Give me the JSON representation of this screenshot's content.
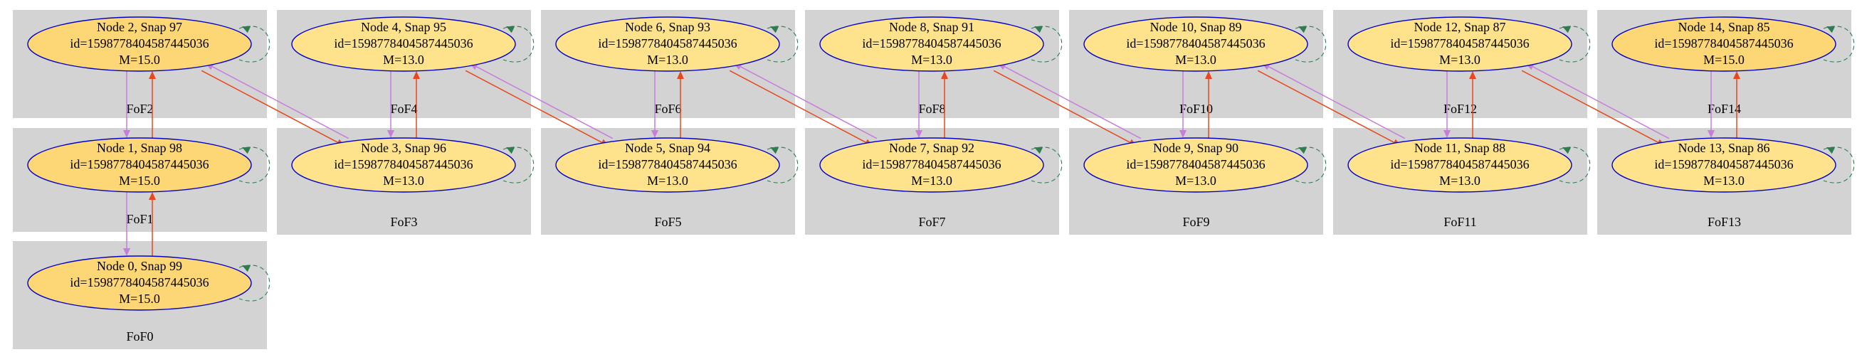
{
  "colors": {
    "cluster_fill": "#d3d3d3",
    "node_fill_m15": "#fdd675",
    "node_fill_m13": "#fee38c",
    "node_stroke": "#0000cc",
    "edge_progenitor": "#e8481f",
    "edge_descendant": "#c77ddc",
    "self_loop": "#2e7d4f"
  },
  "clusters": [
    {
      "key": "f0",
      "label": "FoF0"
    },
    {
      "key": "f1",
      "label": "FoF1"
    },
    {
      "key": "f2",
      "label": "FoF2"
    },
    {
      "key": "f3",
      "label": "FoF3"
    },
    {
      "key": "f4",
      "label": "FoF4"
    },
    {
      "key": "f5",
      "label": "FoF5"
    },
    {
      "key": "f6",
      "label": "FoF6"
    },
    {
      "key": "f7",
      "label": "FoF7"
    },
    {
      "key": "f8",
      "label": "FoF8"
    },
    {
      "key": "f9",
      "label": "FoF9"
    },
    {
      "key": "f10",
      "label": "FoF10"
    },
    {
      "key": "f11",
      "label": "FoF11"
    },
    {
      "key": "f12",
      "label": "FoF12"
    },
    {
      "key": "f13",
      "label": "FoF13"
    },
    {
      "key": "f14",
      "label": "FoF14"
    }
  ],
  "nodes": [
    {
      "key": "n0",
      "title": "Node 0, Snap 99",
      "id_line": "id=1598778404587445036",
      "mass": "M=15.0"
    },
    {
      "key": "n1",
      "title": "Node 1, Snap 98",
      "id_line": "id=1598778404587445036",
      "mass": "M=15.0"
    },
    {
      "key": "n2",
      "title": "Node 2, Snap 97",
      "id_line": "id=1598778404587445036",
      "mass": "M=15.0"
    },
    {
      "key": "n3",
      "title": "Node 3, Snap 96",
      "id_line": "id=1598778404587445036",
      "mass": "M=13.0"
    },
    {
      "key": "n4",
      "title": "Node 4, Snap 95",
      "id_line": "id=1598778404587445036",
      "mass": "M=13.0"
    },
    {
      "key": "n5",
      "title": "Node 5, Snap 94",
      "id_line": "id=1598778404587445036",
      "mass": "M=13.0"
    },
    {
      "key": "n6",
      "title": "Node 6, Snap 93",
      "id_line": "id=1598778404587445036",
      "mass": "M=13.0"
    },
    {
      "key": "n7",
      "title": "Node 7, Snap 92",
      "id_line": "id=1598778404587445036",
      "mass": "M=13.0"
    },
    {
      "key": "n8",
      "title": "Node 8, Snap 91",
      "id_line": "id=1598778404587445036",
      "mass": "M=13.0"
    },
    {
      "key": "n9",
      "title": "Node 9, Snap 90",
      "id_line": "id=1598778404587445036",
      "mass": "M=13.0"
    },
    {
      "key": "n10",
      "title": "Node 10, Snap 89",
      "id_line": "id=1598778404587445036",
      "mass": "M=13.0"
    },
    {
      "key": "n11",
      "title": "Node 11, Snap 88",
      "id_line": "id=1598778404587445036",
      "mass": "M=13.0"
    },
    {
      "key": "n12",
      "title": "Node 12, Snap 87",
      "id_line": "id=1598778404587445036",
      "mass": "M=13.0"
    },
    {
      "key": "n13",
      "title": "Node 13, Snap 86",
      "id_line": "id=1598778404587445036",
      "mass": "M=13.0"
    },
    {
      "key": "n14",
      "title": "Node 14, Snap 85",
      "id_line": "id=1598778404587445036",
      "mass": "M=15.0"
    }
  ],
  "edges": [
    {
      "from": "n0",
      "to": "n1"
    },
    {
      "from": "n1",
      "to": "n2"
    },
    {
      "from": "n2",
      "to": "n3"
    },
    {
      "from": "n3",
      "to": "n4"
    },
    {
      "from": "n4",
      "to": "n5"
    },
    {
      "from": "n5",
      "to": "n6"
    },
    {
      "from": "n6",
      "to": "n7"
    },
    {
      "from": "n7",
      "to": "n8"
    },
    {
      "from": "n8",
      "to": "n9"
    },
    {
      "from": "n9",
      "to": "n10"
    },
    {
      "from": "n10",
      "to": "n11"
    },
    {
      "from": "n11",
      "to": "n12"
    },
    {
      "from": "n12",
      "to": "n13"
    },
    {
      "from": "n13",
      "to": "n14"
    }
  ]
}
